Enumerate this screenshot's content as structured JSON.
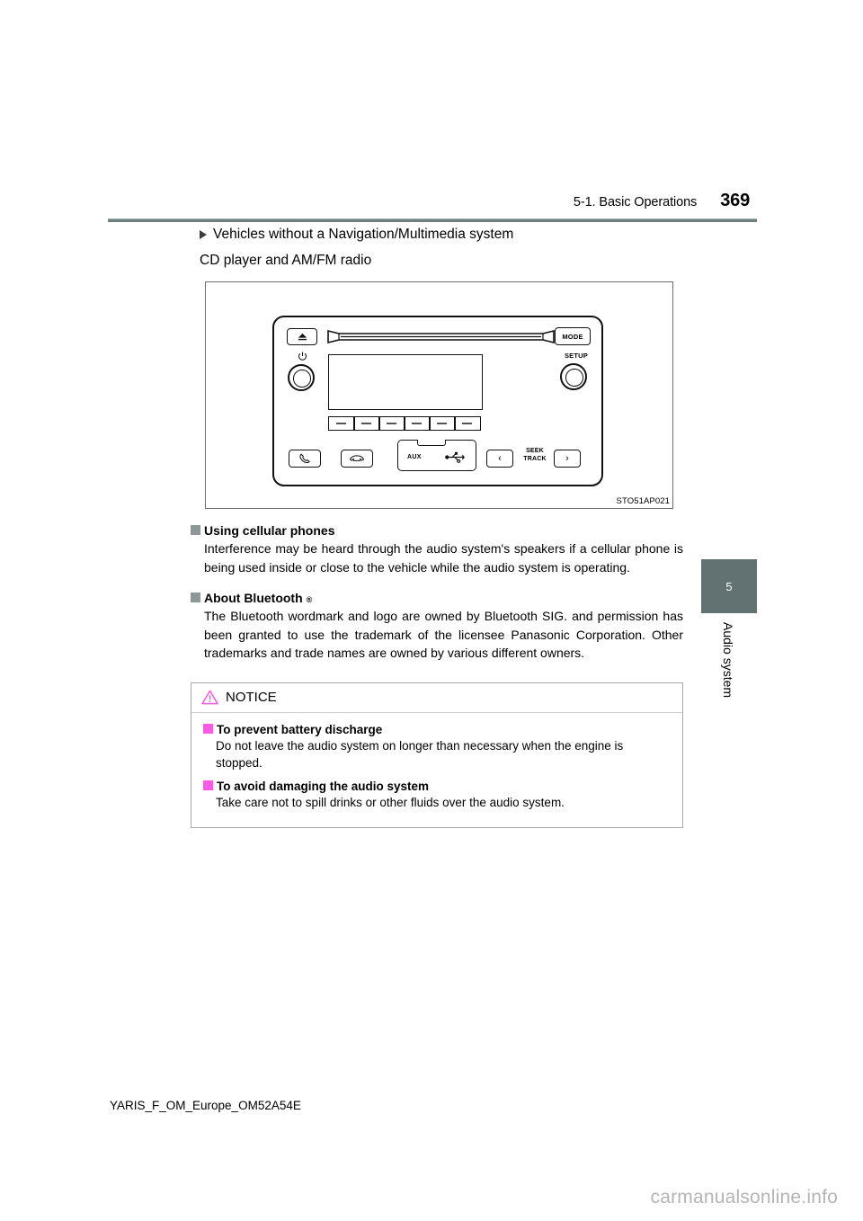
{
  "header": {
    "section": "5-1. Basic Operations",
    "page_number": "369"
  },
  "chapter_tab": {
    "number": "5",
    "label": "Audio system",
    "color": "#627273"
  },
  "content": {
    "triangle_heading": "Vehicles without a Navigation/Multimedia system",
    "sub_heading": "CD player and AM/FM radio"
  },
  "figure": {
    "id": "STO51AP021",
    "controls": {
      "eject": "eject-icon",
      "cd_slot": "cd-slot",
      "mode_button": "MODE",
      "power_knob_label": "power-icon",
      "setup_label": "SETUP",
      "aux_label": "AUX",
      "usb_label": "usb-icon",
      "seek_track_label_line1": "SEEK",
      "seek_track_label_line2": "TRACK",
      "seek_prev": "‹",
      "seek_next": "›",
      "phone_call": "phone-handset-icon",
      "phone_end": "phone-hangup-icon",
      "preset_count": 6
    }
  },
  "sections": [
    {
      "heading": "Using cellular phones",
      "body": "Interference may be heard through the audio system's speakers if a cellular phone is being used inside or close to the vehicle while the audio system is operating."
    },
    {
      "heading": "About Bluetooth",
      "heading_sup": "®",
      "body": "The Bluetooth wordmark and logo are owned by Bluetooth SIG. and permission has been granted to use the trademark of the licensee Panasonic Corporation. Other trademarks and trade names are owned by various different owners."
    }
  ],
  "notice": {
    "title": "NOTICE",
    "icon": "warning-triangle-icon",
    "icon_color": "#f65ce0",
    "items": [
      {
        "heading": "To prevent battery discharge",
        "body": "Do not leave the audio system on longer than necessary when the engine is stopped."
      },
      {
        "heading": "To avoid damaging the audio system",
        "body": "Take care not to spill drinks or other fluids over the audio system."
      }
    ]
  },
  "footer": {
    "document_code": "YARIS_F_OM_Europe_OM52A54E",
    "watermark": "carmanualsonline.info"
  }
}
